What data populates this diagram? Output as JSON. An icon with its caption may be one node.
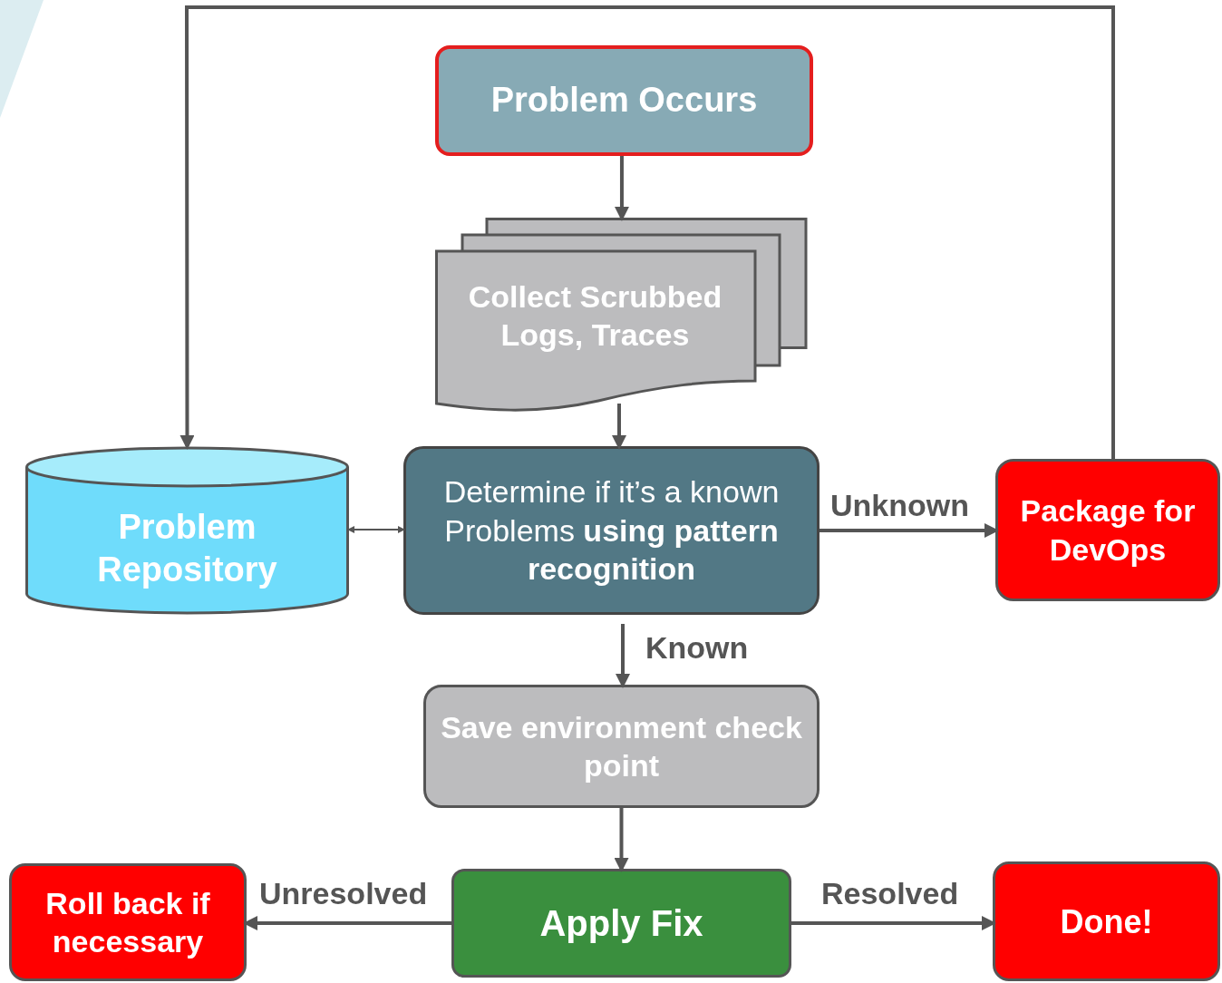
{
  "diagram": {
    "nodes": [
      {
        "text": [
          "Problem Occurs"
        ]
      },
      {
        "text": [
          "Collect Scrubbed Logs, Traces"
        ]
      },
      {
        "text": [
          "Problem Repository"
        ]
      },
      {
        "text": [
          "Determine if it’s a known Problems **using pattern recognition**"
        ]
      },
      {
        "text": [
          "Package for DevOps"
        ]
      },
      {
        "text": [
          "Save environment check point"
        ]
      },
      {
        "text": [
          "Apply Fix"
        ]
      },
      {
        "text": [
          "Roll back if necessary"
        ]
      },
      {
        "text": [
          "Done!"
        ]
      }
    ],
    "edges": [
      {
        "from": 0,
        "to": 1,
        "arrow": "to"
      },
      {
        "from": 1,
        "to": 3,
        "arrow": "to"
      },
      {
        "from": 2,
        "to": 3,
        "arrow": "both"
      },
      {
        "from": 3,
        "to": 4,
        "arrow": "to",
        "label": "Unknown"
      },
      {
        "from": 3,
        "to": 5,
        "arrow": "to",
        "label": "Known"
      },
      {
        "from": 5,
        "to": 6,
        "arrow": "to"
      },
      {
        "from": 6,
        "to": 7,
        "arrow": "to",
        "label": "Unresolved"
      },
      {
        "from": 6,
        "to": 8,
        "arrow": "to",
        "label": "Resolved"
      },
      {
        "from": 4,
        "to": 2,
        "arrow": "to"
      }
    ]
  }
}
